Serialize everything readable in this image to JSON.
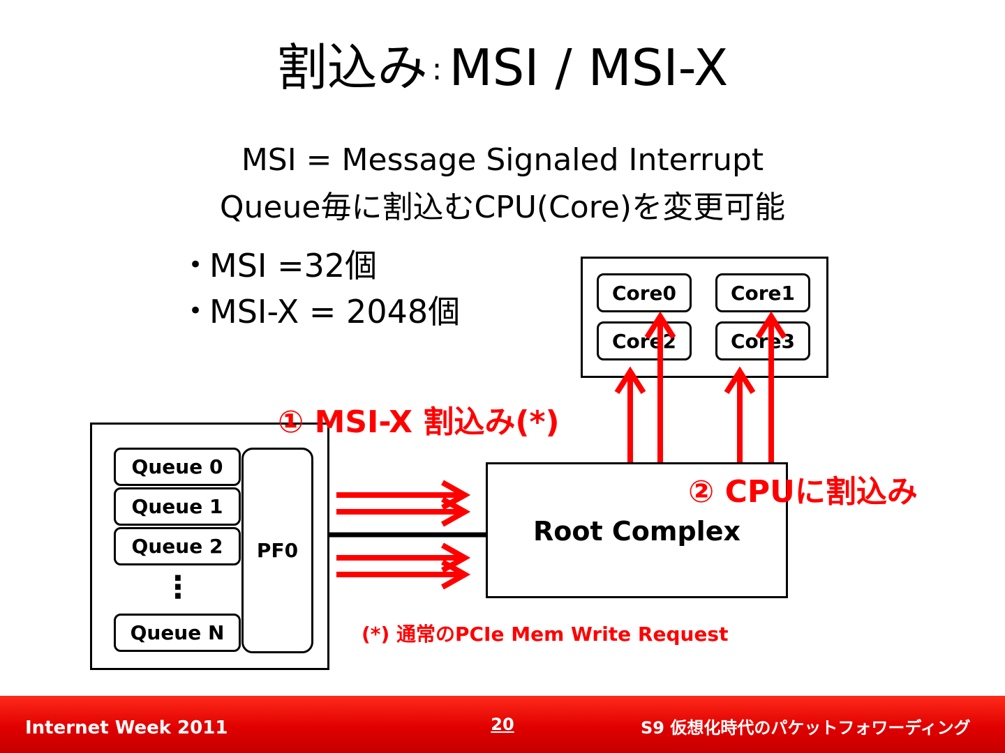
{
  "slide": {
    "title_main": "割込み",
    "title_sep": ":",
    "title_rest": "MSI / MSI-X",
    "subtitle_line1": "MSI = Message Signaled Interrupt",
    "subtitle_line2": "Queue毎に割込むCPU(Core)を変更可能",
    "bullets": [
      "MSI =32個",
      "MSI-X = 2048個"
    ]
  },
  "diagram": {
    "cores": [
      "Core0",
      "Core1",
      "Core2",
      "Core3"
    ],
    "queues": [
      "Queue 0",
      "Queue 1",
      "Queue 2",
      "Queue N"
    ],
    "queue_ellipsis": "⋮",
    "pf_label": "PF0",
    "root_complex_label": "Root Complex",
    "annotation_1": "① MSI-X 割込み(*)",
    "annotation_2": "② CPUに割込み",
    "footnote": "(*) 通常のPCIe Mem Write Request",
    "colors": {
      "accent": "#ff0000",
      "line": "#000000"
    }
  },
  "footer": {
    "left": "Internet Week 2011",
    "page_number": "20",
    "right": "S9 仮想化時代のパケットフォワーディング",
    "color": "#e00000"
  }
}
